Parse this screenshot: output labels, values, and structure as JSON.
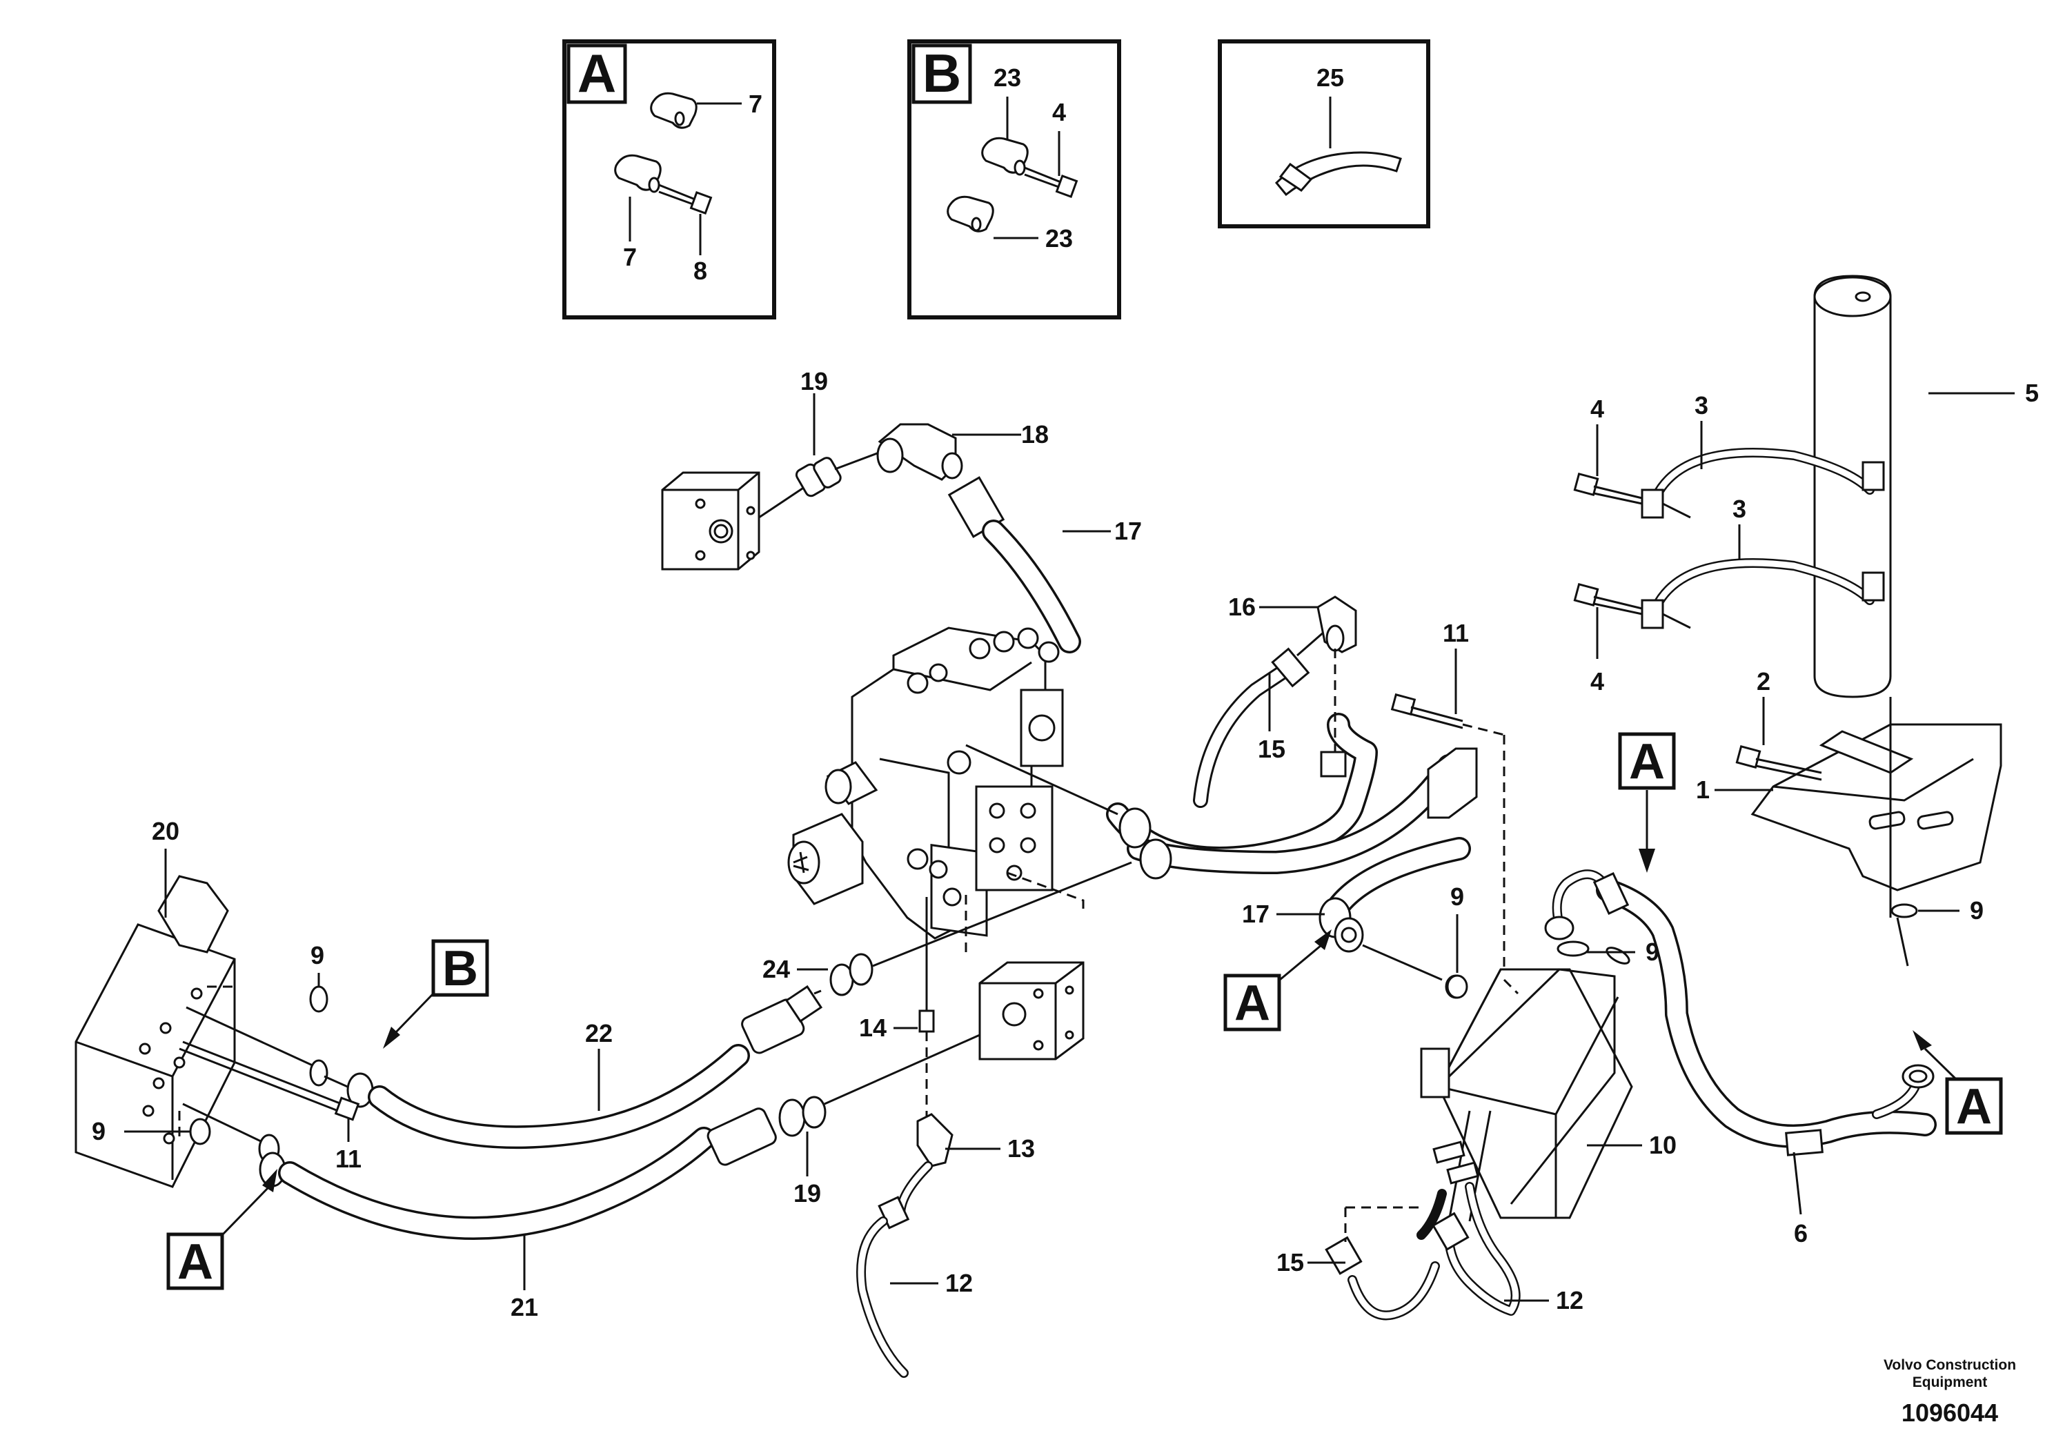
{
  "insets": [
    {
      "letter": "A",
      "labels": [
        "7",
        "7",
        "8"
      ]
    },
    {
      "letter": "B",
      "labels": [
        "23",
        "4",
        "23"
      ]
    },
    {
      "letter": "",
      "labels": [
        "25"
      ]
    }
  ],
  "callouts": {
    "a": "A",
    "b": "B"
  },
  "part_numbers": {
    "p1": "1",
    "p2": "2",
    "p3": "3",
    "p4": "4",
    "p5": "5",
    "p6": "6",
    "p7": "7",
    "p8": "8",
    "p9": "9",
    "p10": "10",
    "p11": "11",
    "p12": "12",
    "p13": "13",
    "p14": "14",
    "p15": "15",
    "p16": "16",
    "p17": "17",
    "p18": "18",
    "p19": "19",
    "p20": "20",
    "p21": "21",
    "p22": "22",
    "p23": "23",
    "p24": "24",
    "p25": "25"
  },
  "footer": {
    "line1": "Volvo Construction",
    "line2": "Equipment",
    "drawing_number": "1096044"
  }
}
